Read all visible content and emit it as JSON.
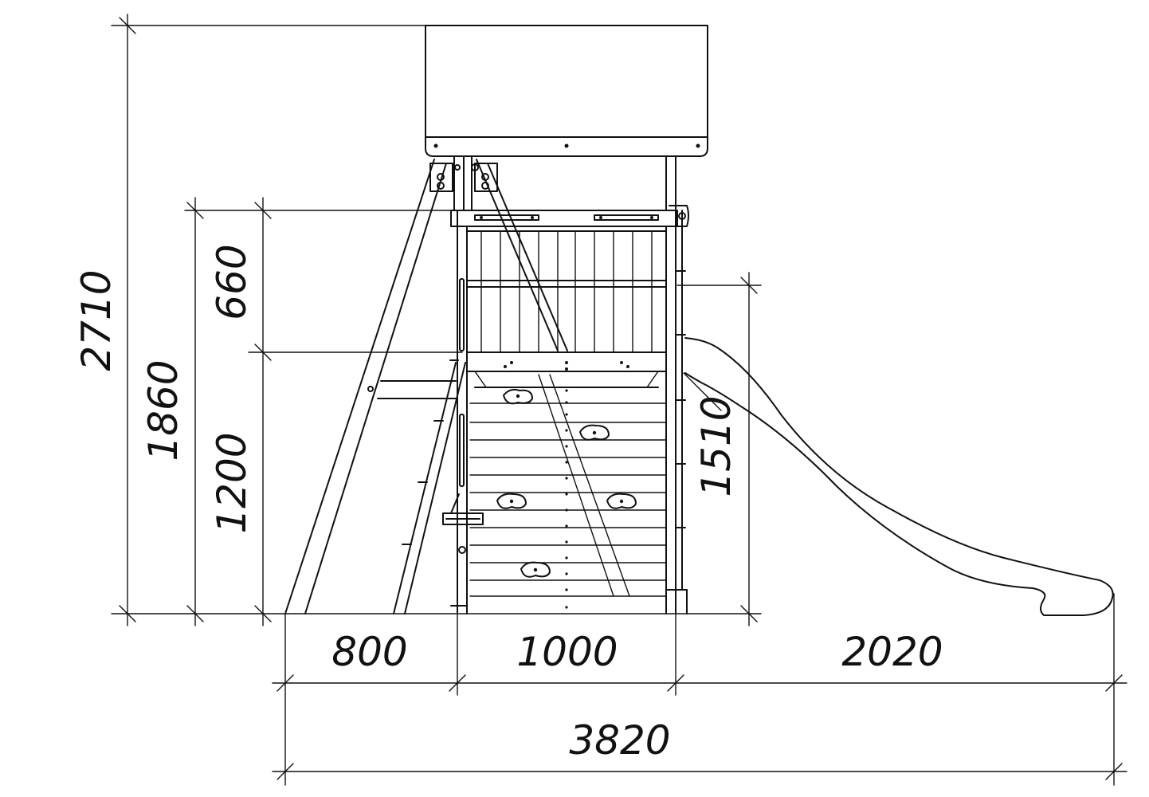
{
  "dimensions": {
    "total_height": "2710",
    "deck_height": "1860",
    "upper_section": "660",
    "lower_section": "1200",
    "slide_height": "1510",
    "left_width": "800",
    "center_width": "1000",
    "right_width": "2020",
    "total_width": "3820"
  },
  "colors": {
    "ink": "#111111",
    "paper": "#ffffff"
  }
}
